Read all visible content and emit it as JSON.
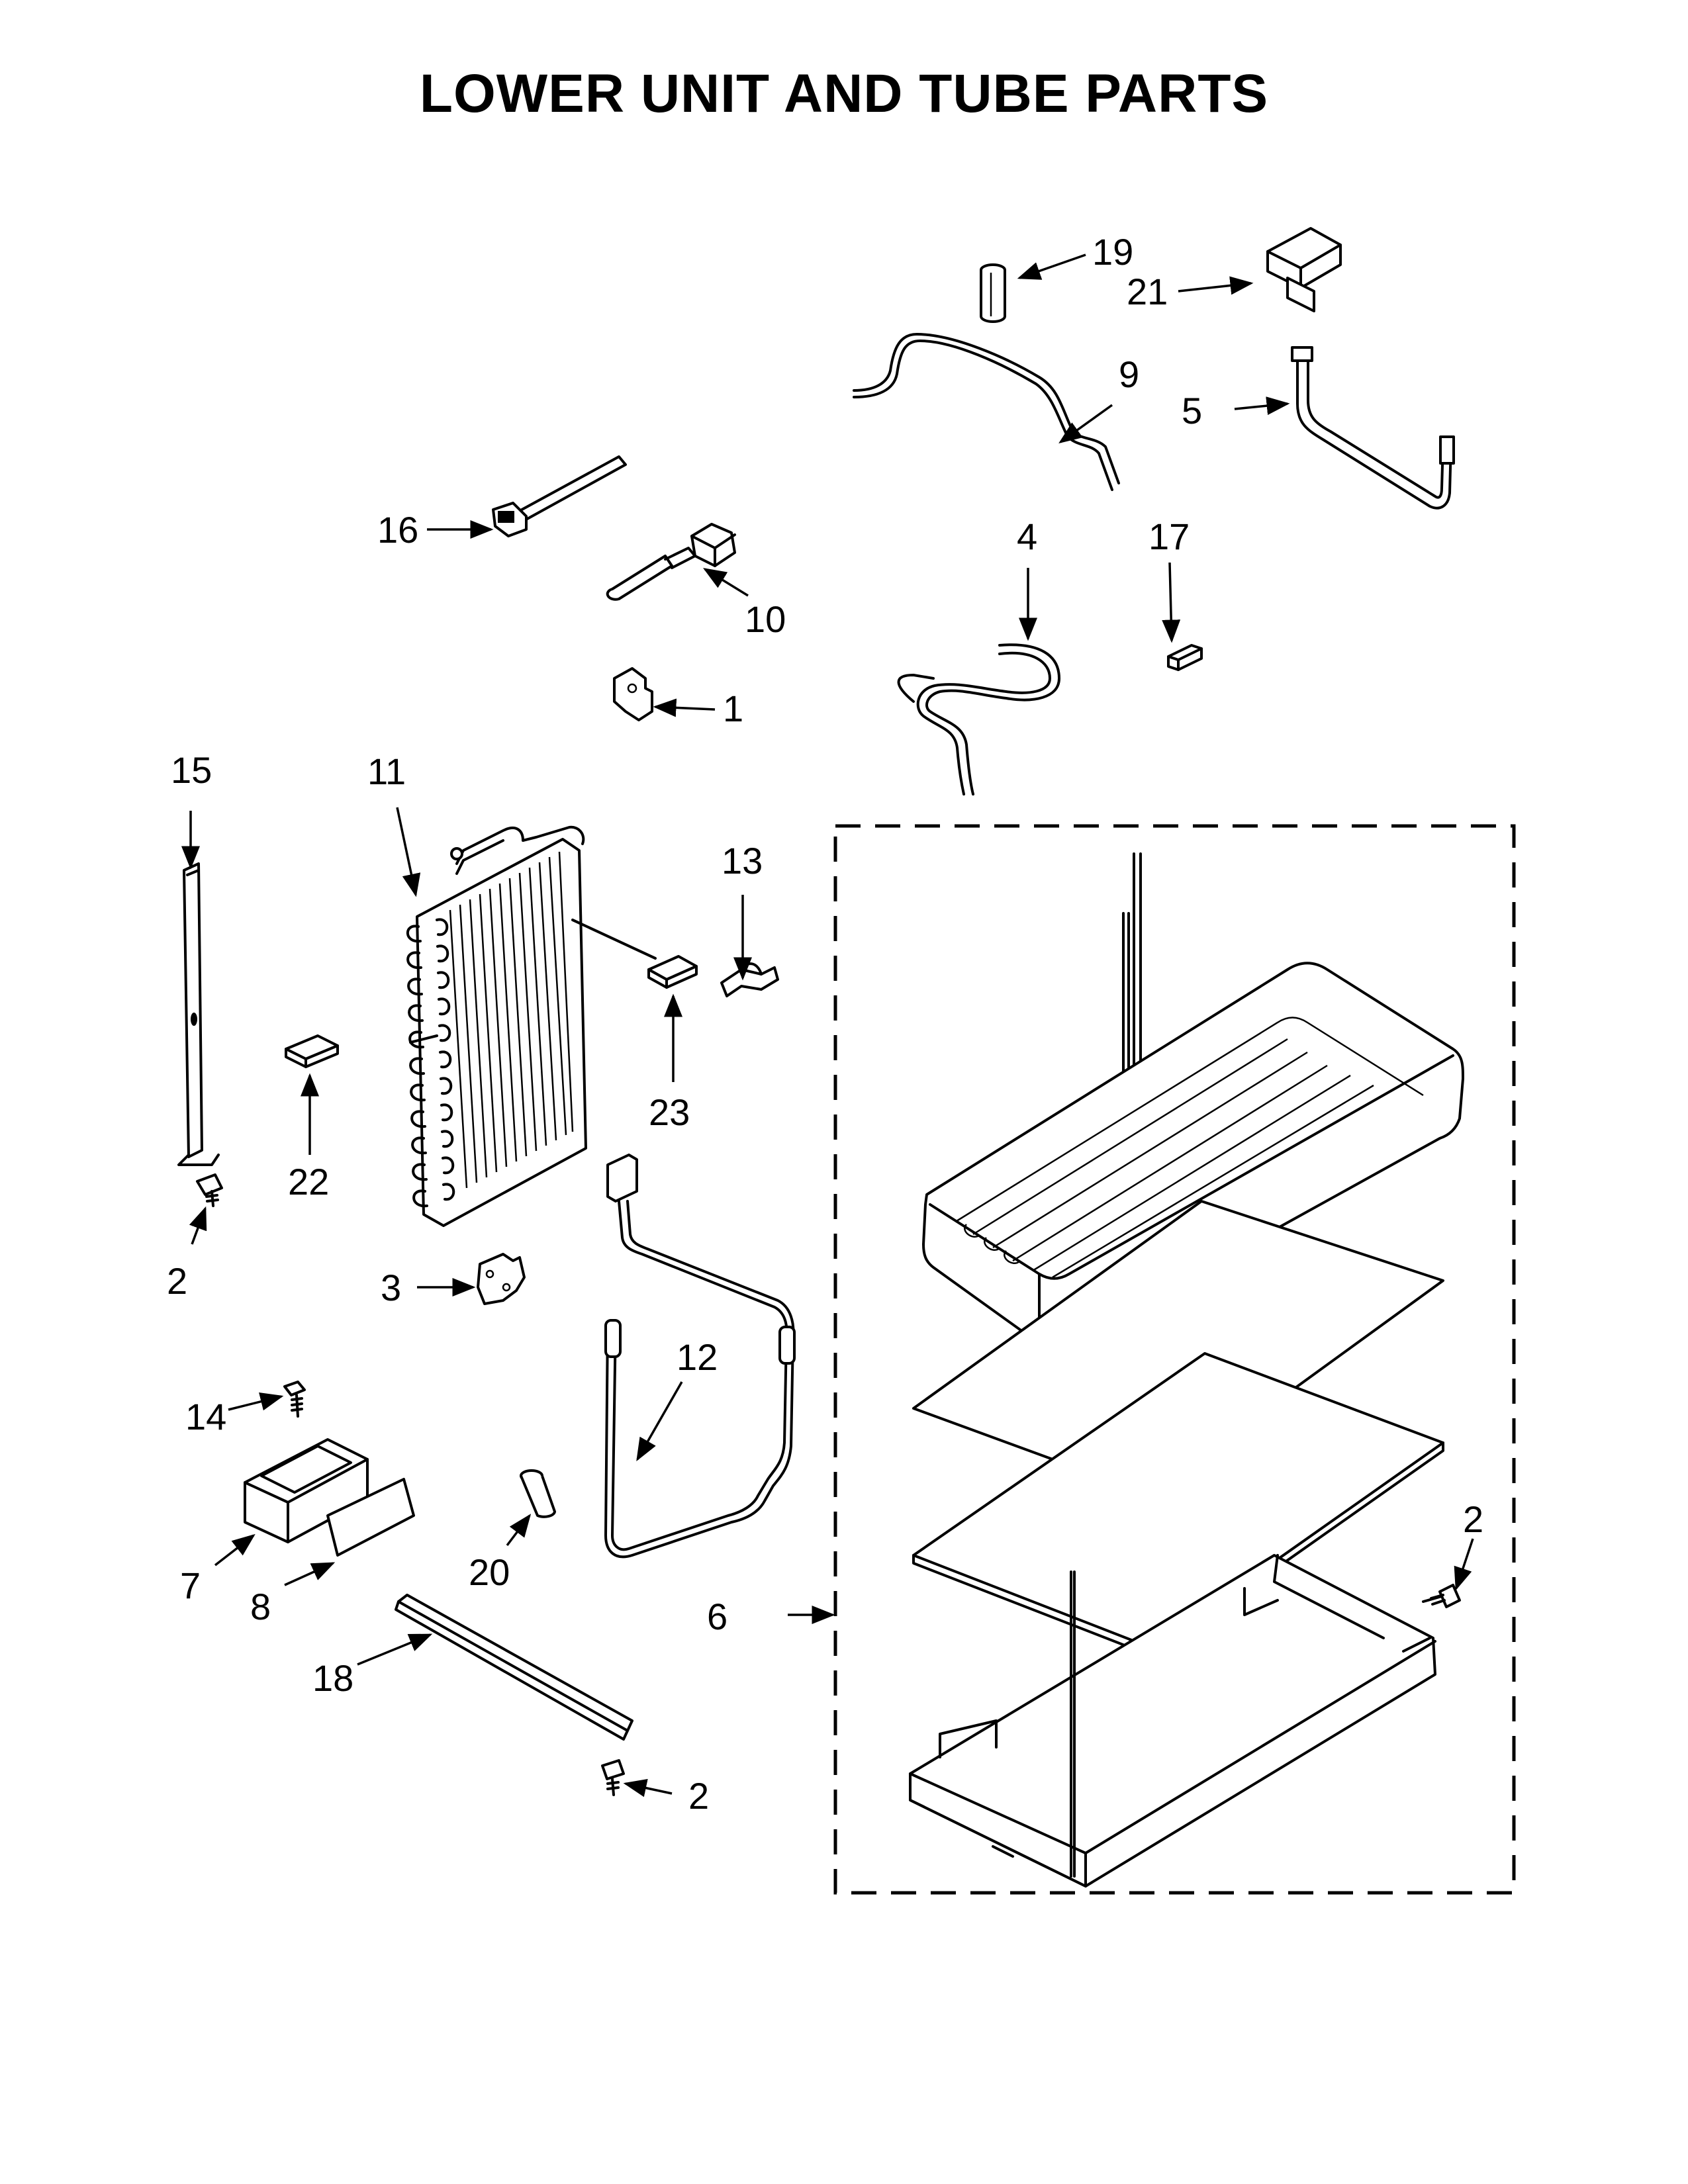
{
  "title": "LOWER UNIT AND TUBE PARTS",
  "callouts": {
    "c1": "1",
    "c2a": "2",
    "c2b": "2",
    "c2c": "2",
    "c3": "3",
    "c4": "4",
    "c5": "5",
    "c6": "6",
    "c7": "7",
    "c8": "8",
    "c9": "9",
    "c10": "10",
    "c11": "11",
    "c12": "12",
    "c13": "13",
    "c14": "14",
    "c15": "15",
    "c16": "16",
    "c17": "17",
    "c18": "18",
    "c19": "19",
    "c20": "20",
    "c21": "21",
    "c22": "22",
    "c23": "23"
  }
}
